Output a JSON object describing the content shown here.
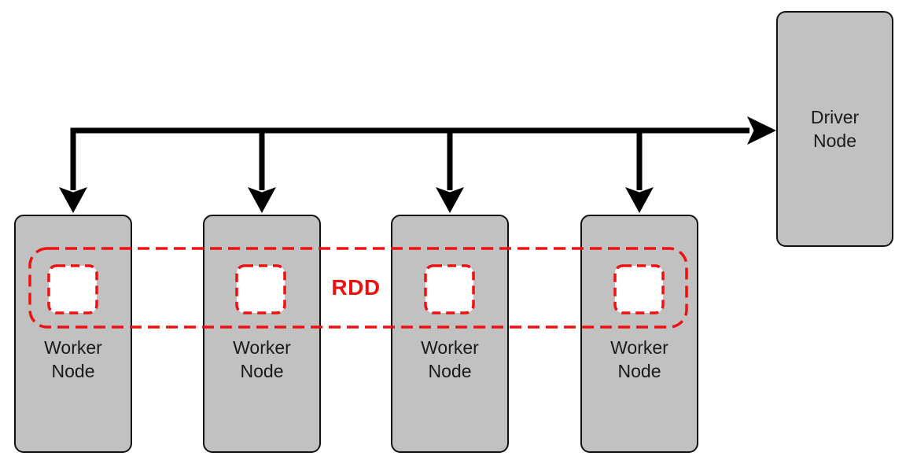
{
  "diagram": {
    "driver_node": {
      "label": "Driver\nNode"
    },
    "worker_nodes": [
      {
        "label": "Worker\nNode"
      },
      {
        "label": "Worker\nNode"
      },
      {
        "label": "Worker\nNode"
      },
      {
        "label": "Worker\nNode"
      }
    ],
    "rdd": {
      "label": "RDD"
    },
    "colors": {
      "node_fill": "#c1c1c1",
      "node_border": "#111111",
      "arrow": "#000000",
      "rdd_red": "#ee1111",
      "partition_fill": "#ffffff",
      "background": "#ffffff"
    }
  }
}
